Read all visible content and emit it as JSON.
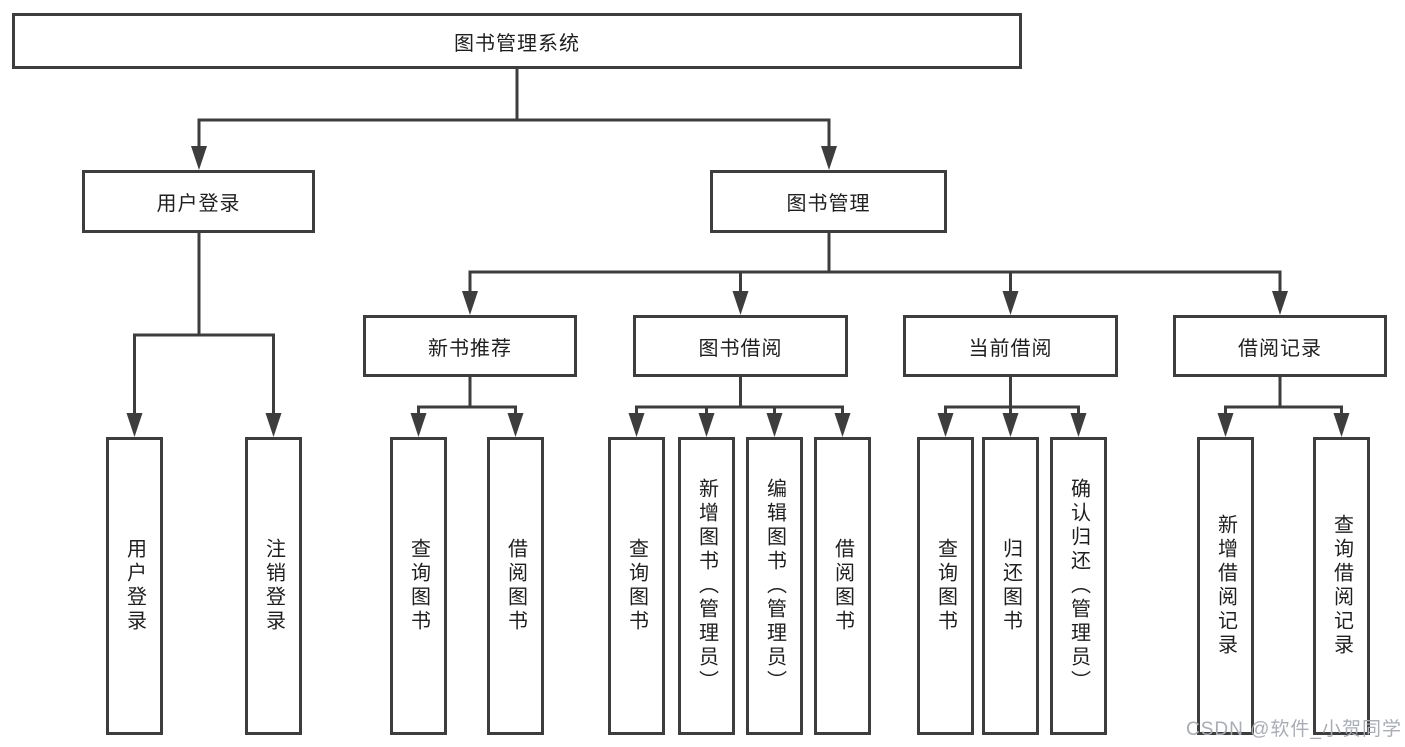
{
  "tree": {
    "label": "图书管理系统",
    "children": [
      {
        "label": "用户登录",
        "children": [
          {
            "label": "用户登录"
          },
          {
            "label": "注销登录"
          }
        ]
      },
      {
        "label": "图书管理",
        "children": [
          {
            "label": "新书推荐",
            "children": [
              {
                "label": "查询图书"
              },
              {
                "label": "借阅图书"
              }
            ]
          },
          {
            "label": "图书借阅",
            "children": [
              {
                "label": "查询图书"
              },
              {
                "label": "新增图书（管理员）"
              },
              {
                "label": "编辑图书（管理员）"
              },
              {
                "label": "借阅图书"
              }
            ]
          },
          {
            "label": "当前借阅",
            "children": [
              {
                "label": "查询图书"
              },
              {
                "label": "归还图书"
              },
              {
                "label": "确认归还（管理员）"
              }
            ]
          },
          {
            "label": "借阅记录",
            "children": [
              {
                "label": "新增借阅记录"
              },
              {
                "label": "查询借阅记录"
              }
            ]
          }
        ]
      }
    ]
  },
  "watermark": "CSDN @软件_小贺同学",
  "colors": {
    "line": "#3d3d3d",
    "box_border": "#3d3d3d",
    "text": "#1f1f1f",
    "background": "#ffffff",
    "watermark": "#a8adb6"
  }
}
